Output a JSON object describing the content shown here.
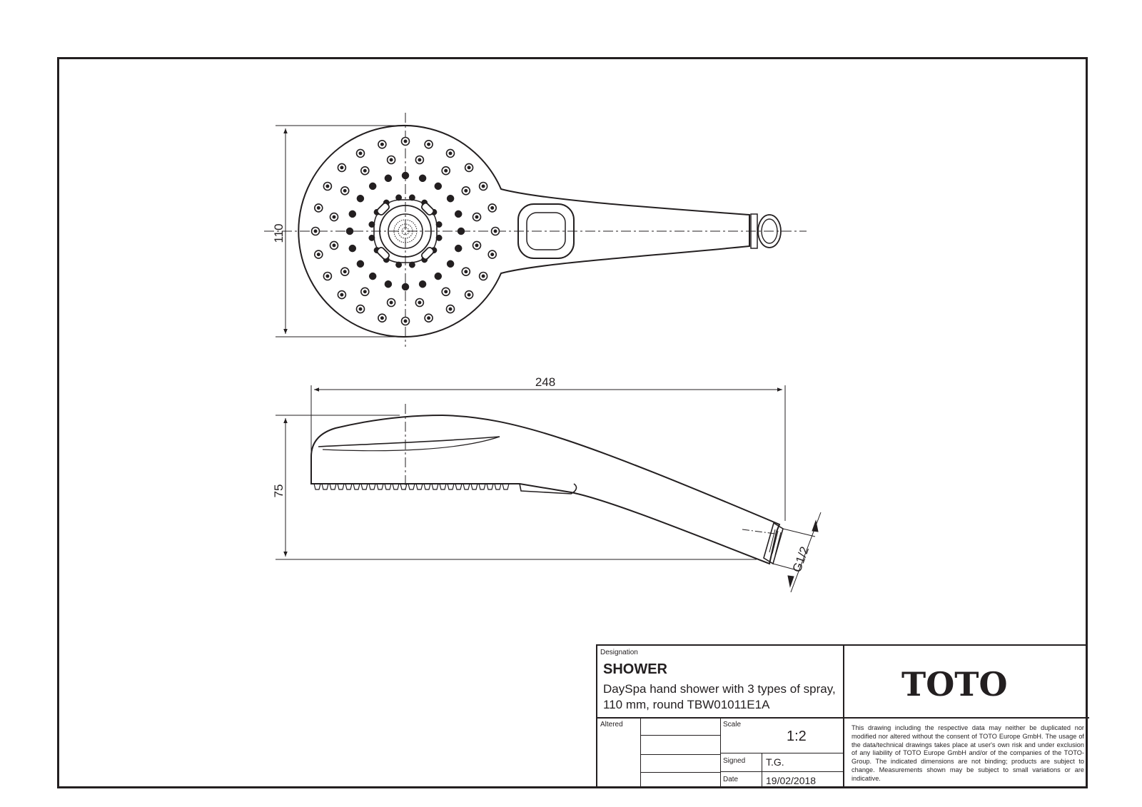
{
  "dimensions": {
    "height_front": "110",
    "length": "248",
    "height_side": "75",
    "thread": "G1/2"
  },
  "title_block": {
    "designation_label": "Designation",
    "title": "SHOWER",
    "description": "DaySpa hand shower with 3 types of spray, 110 mm, round TBW01011E1A",
    "altered_label": "Altered",
    "scale_label": "Scale",
    "scale_value": "1:2",
    "signed_label": "Signed",
    "signed_value": "T.G.",
    "date_label": "Date",
    "date_value": "19/02/2018",
    "brand": "TOTO",
    "disclaimer": "This drawing including the respective data may neither be duplicated nor modified nor altered without the consent of TOTO Europe GmbH. The usage of the data/technical drawings takes place at user's own risk and under exclusion of any liability of TOTO Europe GmbH and/or of the companies of the TOTO-Group. The indicated dimensions are not binding; products are subject to change. Measurements shown may be subject to small variations or are indicative."
  },
  "colors": {
    "line": "#231f20",
    "background": "#ffffff"
  }
}
